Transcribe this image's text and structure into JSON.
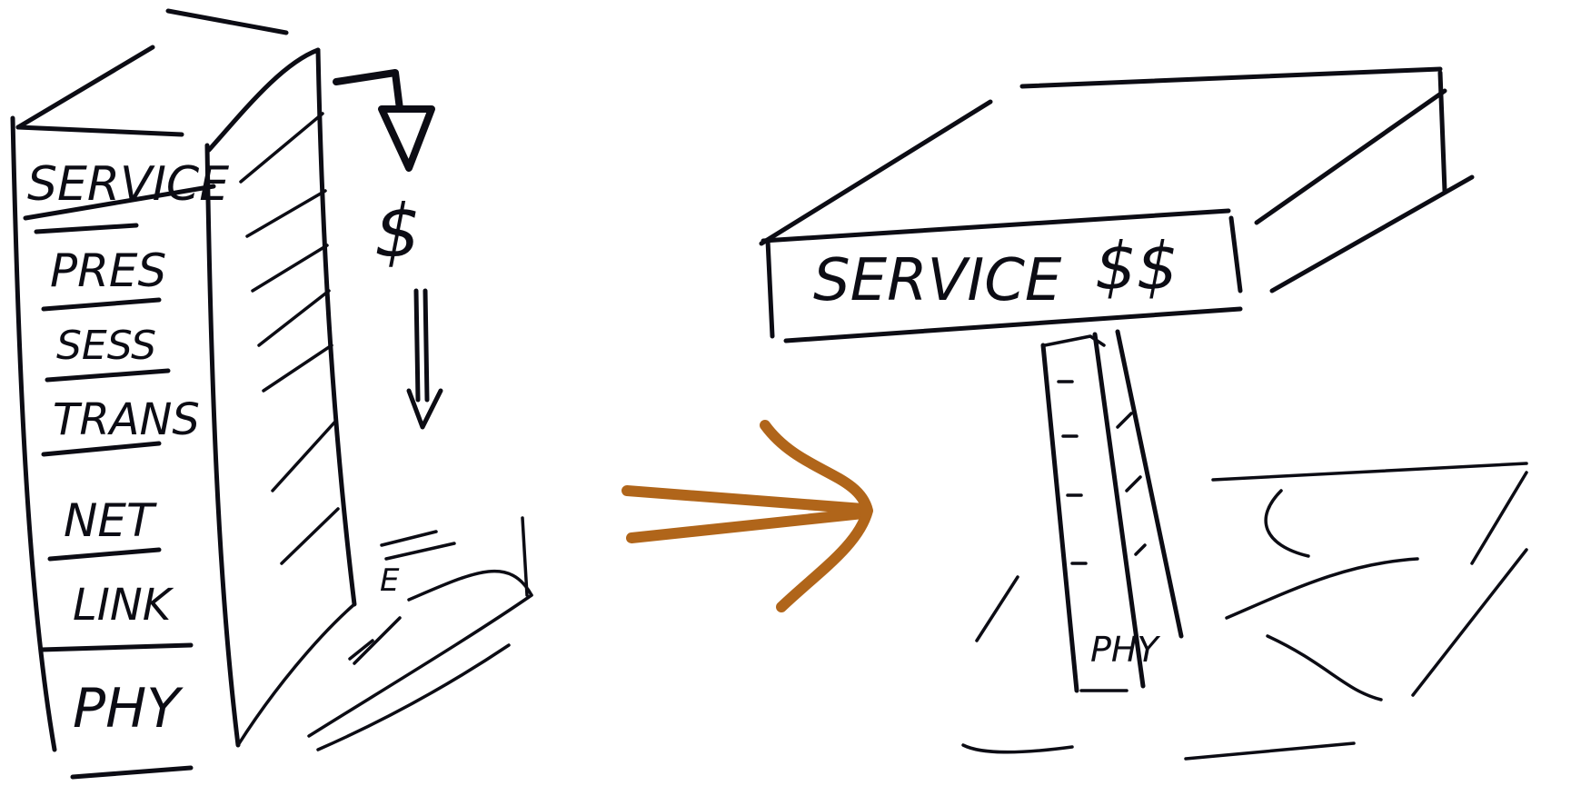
{
  "left_stack": {
    "layers": [
      "SERVICE",
      "PRES",
      "SESS",
      "TRANS",
      "NET",
      "LINK",
      "PHY"
    ],
    "money_label": "$",
    "small_label": "E"
  },
  "right_stack": {
    "top_label": "SERVICE",
    "money_label": "$$",
    "bottom_label": "PHY"
  },
  "colors": {
    "ink": "#0c0c14",
    "transition_arrow": "#b0651a",
    "background": "#ffffff"
  }
}
